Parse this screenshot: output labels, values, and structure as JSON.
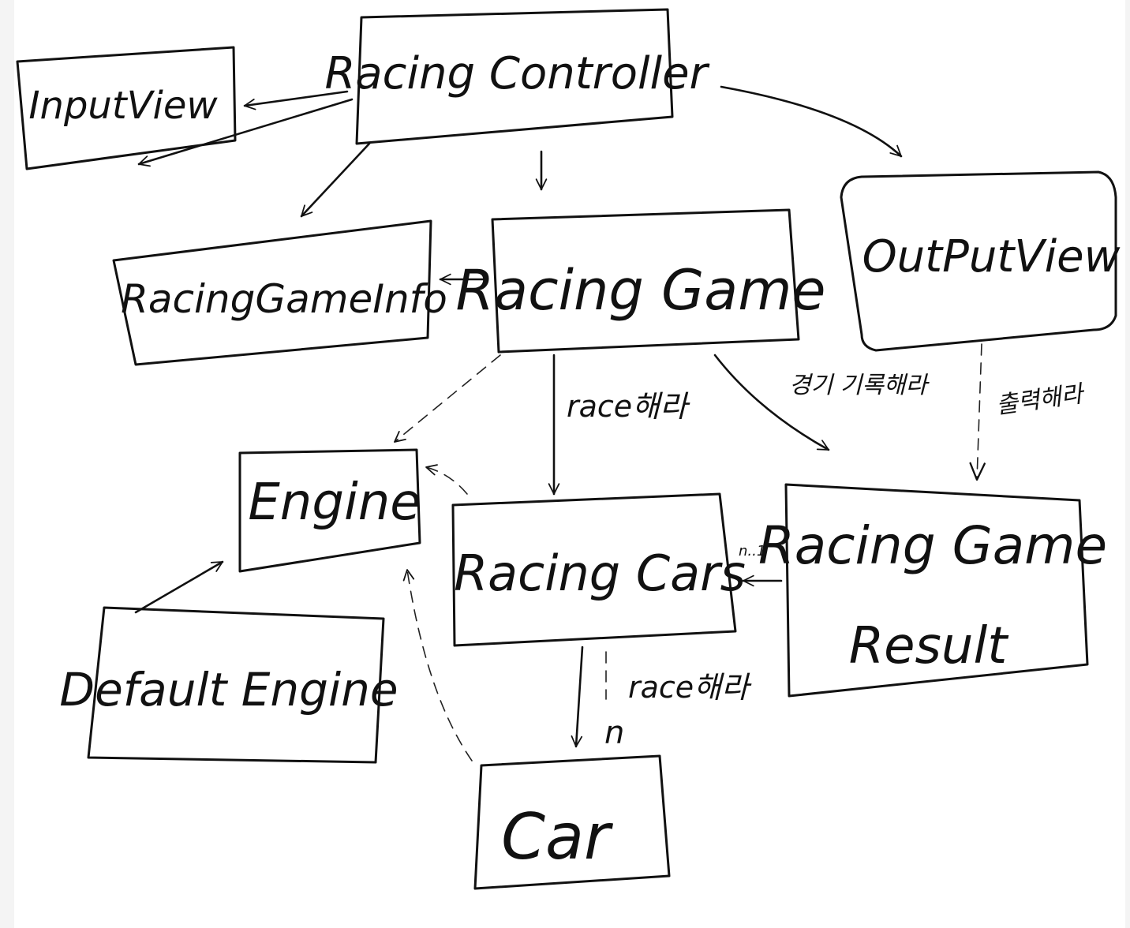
{
  "nodes": {
    "racing_controller": "Racing Controller",
    "input_view": "InputView",
    "output_view": "OutPutView",
    "racing_game_info": "RacingGameInfo",
    "racing_game": "Racing Game",
    "engine": "Engine",
    "racing_cars": "Racing Cars",
    "racing_game_result_line1": "Racing Game",
    "racing_game_result_line2": "Result",
    "default_engine": "Default Engine",
    "car": "Car"
  },
  "edges": {
    "game_to_cars": "race해라",
    "game_to_result": "경기 기록해라",
    "output_to_result": "출력해라",
    "result_to_cars_mult": "n..1",
    "cars_to_car": "race해라",
    "cars_to_car_mult": "n"
  },
  "colors": {
    "ink": "#111111",
    "paper": "#ffffff",
    "margin": "#f4f4f4"
  }
}
